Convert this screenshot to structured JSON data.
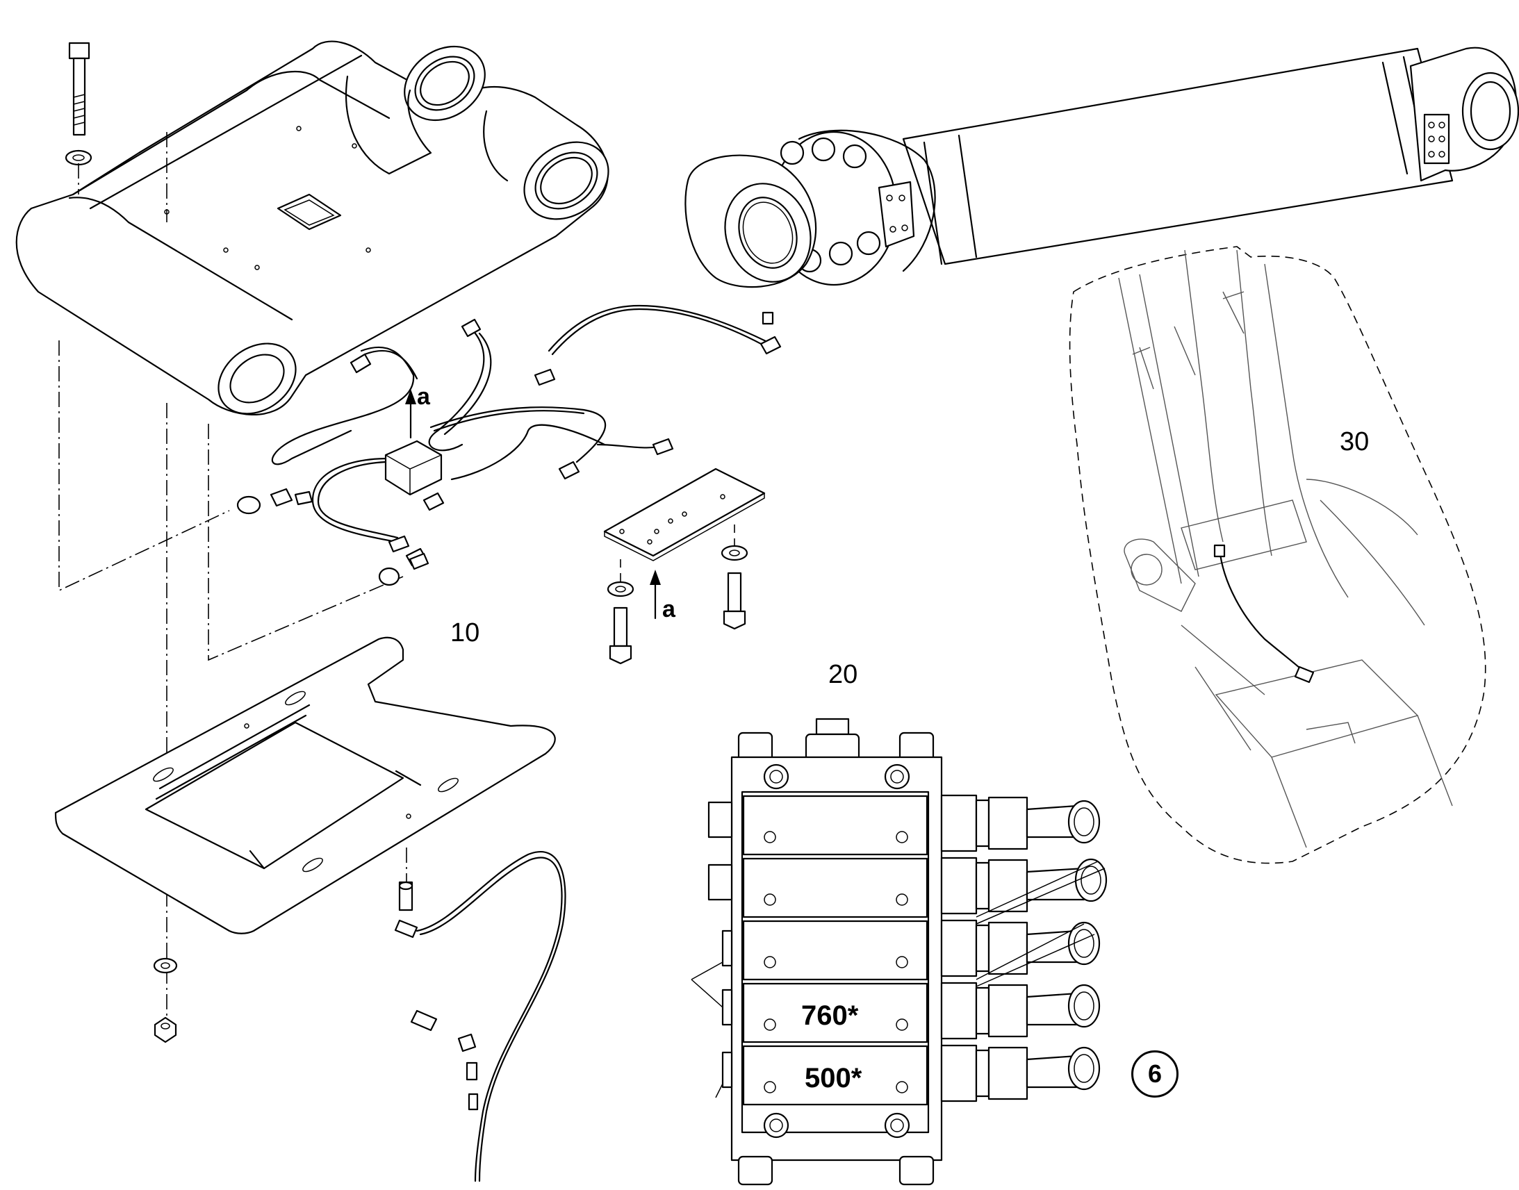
{
  "labels": {
    "group_10": "10",
    "group_20": "20",
    "group_30": "30",
    "arrow_a_top": "a",
    "arrow_a_bottom": "a",
    "valve_760": "760*",
    "valve_500": "500*",
    "callout_6": "6"
  }
}
